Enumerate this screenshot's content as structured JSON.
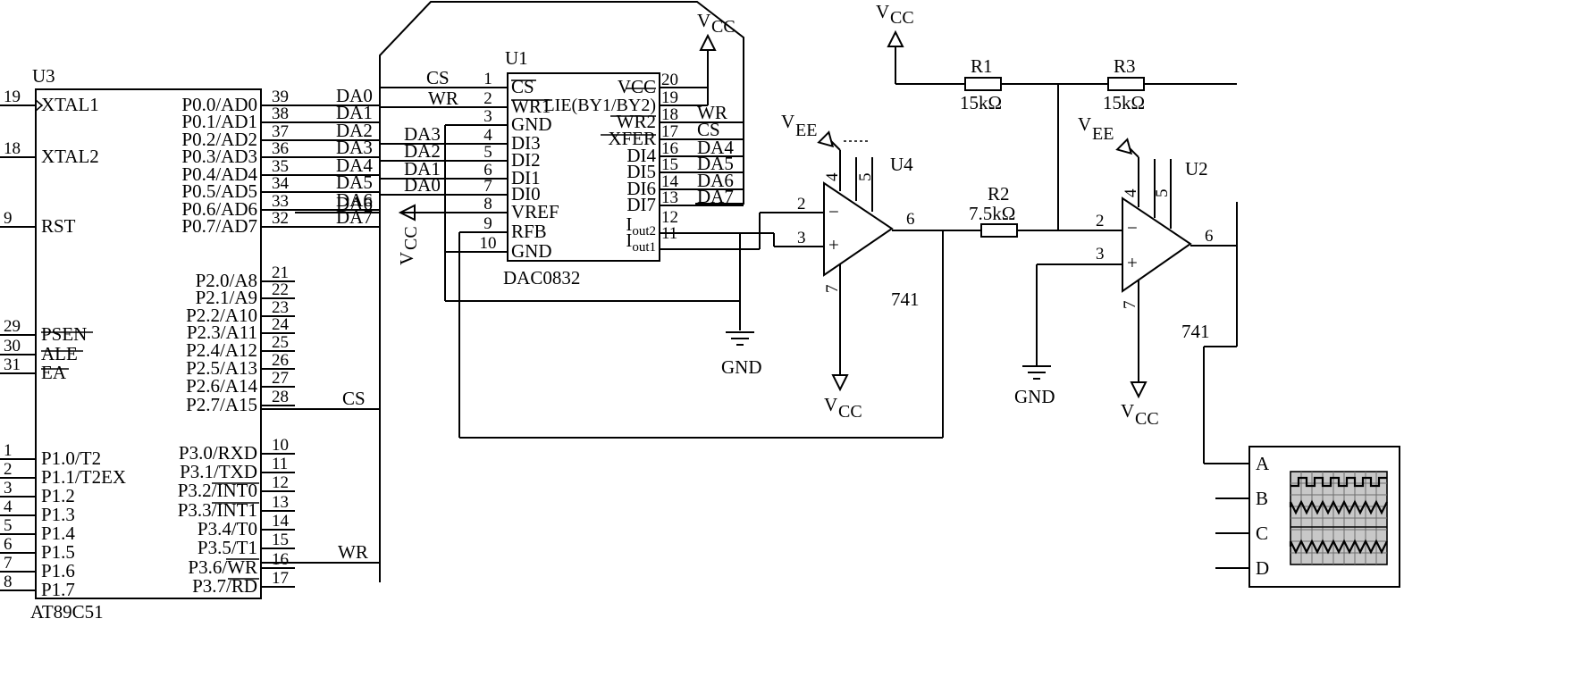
{
  "u3": {
    "ref": "U3",
    "part": "AT89C51",
    "left_pins": [
      {
        "num": "19",
        "name": "XTAL1"
      },
      {
        "num": "18",
        "name": "XTAL2"
      },
      {
        "num": "9",
        "name": "RST"
      },
      {
        "num": "29",
        "name": "PSEN"
      },
      {
        "num": "30",
        "name": "ALE"
      },
      {
        "num": "31",
        "name": "EA"
      },
      {
        "num": "1",
        "name": "P1.0/T2"
      },
      {
        "num": "2",
        "name": "P1.1/T2EX"
      },
      {
        "num": "3",
        "name": "P1.2"
      },
      {
        "num": "4",
        "name": "P1.3"
      },
      {
        "num": "5",
        "name": "P1.4"
      },
      {
        "num": "6",
        "name": "P1.5"
      },
      {
        "num": "7",
        "name": "P1.6"
      },
      {
        "num": "8",
        "name": "P1.7"
      }
    ],
    "right_pins": [
      {
        "num": "39",
        "name": "P0.0/AD0"
      },
      {
        "num": "38",
        "name": "P0.1/AD1"
      },
      {
        "num": "37",
        "name": "P0.2/AD2"
      },
      {
        "num": "36",
        "name": "P0.3/AD3"
      },
      {
        "num": "35",
        "name": "P0.4/AD4"
      },
      {
        "num": "34",
        "name": "P0.5/AD5"
      },
      {
        "num": "33",
        "name": "P0.6/AD6"
      },
      {
        "num": "32",
        "name": "P0.7/AD7"
      },
      {
        "num": "21",
        "name": "P2.0/A8"
      },
      {
        "num": "22",
        "name": "P2.1/A9"
      },
      {
        "num": "23",
        "name": "P2.2/A10"
      },
      {
        "num": "24",
        "name": "P2.3/A11"
      },
      {
        "num": "25",
        "name": "P2.4/A12"
      },
      {
        "num": "26",
        "name": "P2.5/A13"
      },
      {
        "num": "27",
        "name": "P2.6/A14"
      },
      {
        "num": "28",
        "name": "P2.7/A15"
      },
      {
        "num": "10",
        "name": "P3.0/RXD"
      },
      {
        "num": "11",
        "name": "P3.1/TXD"
      },
      {
        "num": "12",
        "name": "P3.2/INT0"
      },
      {
        "num": "13",
        "name": "P3.3/INT1"
      },
      {
        "num": "14",
        "name": "P3.4/T0"
      },
      {
        "num": "15",
        "name": "P3.5/T1"
      },
      {
        "num": "16",
        "name": "P3.6/WR"
      },
      {
        "num": "17",
        "name": "P3.7/RD"
      }
    ]
  },
  "u1": {
    "ref": "U1",
    "part": "DAC0832",
    "left_pins": [
      {
        "num": "1",
        "name": "CS"
      },
      {
        "num": "2",
        "name": "WR1"
      },
      {
        "num": "3",
        "name": "GND"
      },
      {
        "num": "4",
        "name": "DI3"
      },
      {
        "num": "5",
        "name": "DI2"
      },
      {
        "num": "6",
        "name": "DI1"
      },
      {
        "num": "7",
        "name": "DI0"
      },
      {
        "num": "8",
        "name": "VREF"
      },
      {
        "num": "9",
        "name": "RFB"
      },
      {
        "num": "10",
        "name": "GND"
      }
    ],
    "right_pins": [
      {
        "num": "20",
        "name": "VCC"
      },
      {
        "num": "19",
        "name": "LIE(BY1/BY2)"
      },
      {
        "num": "18",
        "name": "WR2"
      },
      {
        "num": "17",
        "name": "XFER"
      },
      {
        "num": "16",
        "name": "DI4"
      },
      {
        "num": "15",
        "name": "DI5"
      },
      {
        "num": "14",
        "name": "DI6"
      },
      {
        "num": "13",
        "name": "DI7"
      },
      {
        "num": "12",
        "name": "I",
        "sub": "out2"
      },
      {
        "num": "11",
        "name": "I",
        "sub": "out1"
      }
    ]
  },
  "nets": {
    "da": [
      "DA0",
      "DA1",
      "DA2",
      "DA3",
      "DA4",
      "DA5",
      "DA6",
      "DA7"
    ],
    "da_left": [
      "DA3",
      "DA2",
      "DA1",
      "DA0",
      "DA6"
    ],
    "da_right": [
      "DA4",
      "DA5",
      "DA6",
      "DA7"
    ],
    "cs": "CS",
    "wr": "WR",
    "gnd": "GND"
  },
  "power": {
    "vcc_main": "V",
    "vcc_sub": "CC",
    "vee_main": "V",
    "vee_sub": "EE"
  },
  "resistors": [
    {
      "ref": "R1",
      "value": "15kΩ"
    },
    {
      "ref": "R3",
      "value": "15kΩ"
    },
    {
      "ref": "R2",
      "value": "7.5kΩ"
    }
  ],
  "opamps": [
    {
      "ref": "U4",
      "part": "741",
      "pin_inv": "2",
      "pin_noninv": "3",
      "pin_out": "6",
      "pin_v4": "4",
      "pin_v5": "5",
      "pin_v7": "7",
      "sym_minus": "−",
      "sym_plus": "+"
    },
    {
      "ref": "U2",
      "part": "741",
      "pin_inv": "2",
      "pin_noninv": "3",
      "pin_out": "6",
      "pin_v4": "4",
      "pin_v5": "5",
      "pin_v7": "7",
      "sym_minus": "−",
      "sym_plus": "+"
    }
  ],
  "scope": {
    "channels": [
      "A",
      "B",
      "C",
      "D"
    ],
    "screen_color": "#c8c8c8",
    "trace_color": "#000000"
  }
}
